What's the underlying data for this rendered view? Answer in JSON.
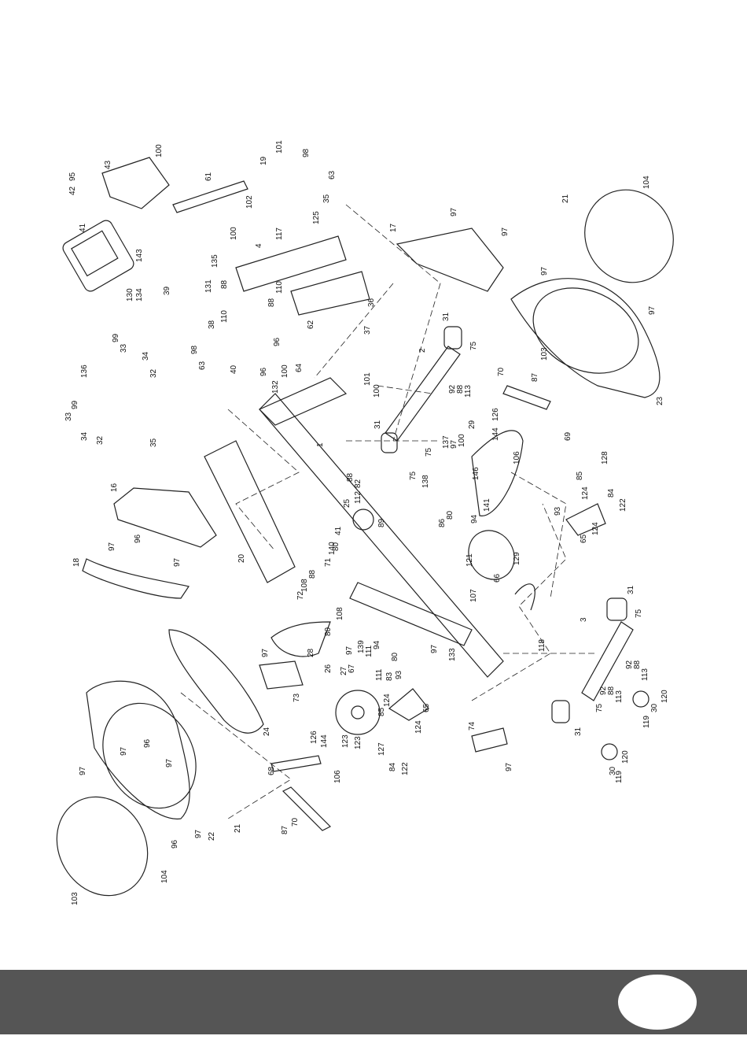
{
  "diagram": {
    "labels": [
      {
        "id": "l41",
        "text": "41"
      },
      {
        "id": "l42",
        "text": "42"
      },
      {
        "id": "l95",
        "text": "95"
      },
      {
        "id": "l43",
        "text": "43"
      },
      {
        "id": "l100a",
        "text": "100"
      },
      {
        "id": "l143",
        "text": "143"
      },
      {
        "id": "l130",
        "text": "130"
      },
      {
        "id": "l134",
        "text": "134"
      },
      {
        "id": "l61",
        "text": "61"
      },
      {
        "id": "l19",
        "text": "19"
      },
      {
        "id": "l101",
        "text": "101"
      },
      {
        "id": "l98a",
        "text": "98"
      },
      {
        "id": "l63a",
        "text": "63"
      },
      {
        "id": "l35a",
        "text": "35"
      },
      {
        "id": "l102",
        "text": "102"
      },
      {
        "id": "l100b",
        "text": "100"
      },
      {
        "id": "l4",
        "text": "4"
      },
      {
        "id": "l117",
        "text": "117"
      },
      {
        "id": "l125",
        "text": "125"
      },
      {
        "id": "l135",
        "text": "135"
      },
      {
        "id": "l131",
        "text": "131"
      },
      {
        "id": "l39",
        "text": "39"
      },
      {
        "id": "l88a",
        "text": "88"
      },
      {
        "id": "l110a",
        "text": "110"
      },
      {
        "id": "l38",
        "text": "38"
      },
      {
        "id": "l88b",
        "text": "88"
      },
      {
        "id": "l110b",
        "text": "110"
      },
      {
        "id": "l62",
        "text": "62"
      },
      {
        "id": "l36",
        "text": "36"
      },
      {
        "id": "l37",
        "text": "37"
      },
      {
        "id": "l17",
        "text": "17"
      },
      {
        "id": "l97a",
        "text": "97"
      },
      {
        "id": "l97b",
        "text": "97"
      },
      {
        "id": "l21a",
        "text": "21"
      },
      {
        "id": "l104a",
        "text": "104"
      },
      {
        "id": "l97c",
        "text": "97"
      },
      {
        "id": "l97d",
        "text": "97"
      },
      {
        "id": "l23",
        "text": "23"
      },
      {
        "id": "l99a",
        "text": "99"
      },
      {
        "id": "l33a",
        "text": "33"
      },
      {
        "id": "l34a",
        "text": "34"
      },
      {
        "id": "l32a",
        "text": "32"
      },
      {
        "id": "l136",
        "text": "136"
      },
      {
        "id": "l33b",
        "text": "33"
      },
      {
        "id": "l99b",
        "text": "99"
      },
      {
        "id": "l34b",
        "text": "34"
      },
      {
        "id": "l32b",
        "text": "32"
      },
      {
        "id": "l35b",
        "text": "35"
      },
      {
        "id": "l98b",
        "text": "98"
      },
      {
        "id": "l63b",
        "text": "63"
      },
      {
        "id": "l40",
        "text": "40"
      },
      {
        "id": "l96a",
        "text": "96"
      },
      {
        "id": "l100c",
        "text": "100"
      },
      {
        "id": "l96b",
        "text": "96"
      },
      {
        "id": "l64",
        "text": "64"
      },
      {
        "id": "l101b",
        "text": "101"
      },
      {
        "id": "l132",
        "text": "132"
      },
      {
        "id": "l100d",
        "text": "100"
      },
      {
        "id": "l1",
        "text": "1"
      },
      {
        "id": "l2",
        "text": "2"
      },
      {
        "id": "l31a",
        "text": "31"
      },
      {
        "id": "l75a",
        "text": "75"
      },
      {
        "id": "l92a",
        "text": "92"
      },
      {
        "id": "l88c",
        "text": "88"
      },
      {
        "id": "l113a",
        "text": "113"
      },
      {
        "id": "l31b",
        "text": "31"
      },
      {
        "id": "l75b",
        "text": "75"
      },
      {
        "id": "l137",
        "text": "137"
      },
      {
        "id": "l97e",
        "text": "97"
      },
      {
        "id": "l100e",
        "text": "100"
      },
      {
        "id": "l146",
        "text": "146"
      },
      {
        "id": "l29",
        "text": "29"
      },
      {
        "id": "l70a",
        "text": "70"
      },
      {
        "id": "l103a",
        "text": "103"
      },
      {
        "id": "l87a",
        "text": "87"
      },
      {
        "id": "l126a",
        "text": "126"
      },
      {
        "id": "l144a",
        "text": "144"
      },
      {
        "id": "l106a",
        "text": "106"
      },
      {
        "id": "l69",
        "text": "69"
      },
      {
        "id": "l16",
        "text": "16"
      },
      {
        "id": "l97f",
        "text": "97"
      },
      {
        "id": "l96c",
        "text": "96"
      },
      {
        "id": "l97g",
        "text": "97"
      },
      {
        "id": "l18",
        "text": "18"
      },
      {
        "id": "l20",
        "text": "20"
      },
      {
        "id": "l88d",
        "text": "88"
      },
      {
        "id": "l112",
        "text": "112"
      },
      {
        "id": "l82",
        "text": "82"
      },
      {
        "id": "l25",
        "text": "25"
      },
      {
        "id": "l89",
        "text": "89"
      },
      {
        "id": "l41b",
        "text": "41"
      },
      {
        "id": "l80a",
        "text": "80"
      },
      {
        "id": "l75c",
        "text": "75"
      },
      {
        "id": "l138",
        "text": "138"
      },
      {
        "id": "l86",
        "text": "86"
      },
      {
        "id": "l80b",
        "text": "80"
      },
      {
        "id": "l94a",
        "text": "94"
      },
      {
        "id": "l141",
        "text": "141"
      },
      {
        "id": "l93a",
        "text": "93"
      },
      {
        "id": "l124a",
        "text": "124"
      },
      {
        "id": "l85a",
        "text": "85"
      },
      {
        "id": "l128",
        "text": "128"
      },
      {
        "id": "l84a",
        "text": "84"
      },
      {
        "id": "l122a",
        "text": "122"
      },
      {
        "id": "l65a",
        "text": "65"
      },
      {
        "id": "l124b",
        "text": "124"
      },
      {
        "id": "l140",
        "text": "140"
      },
      {
        "id": "l71",
        "text": "71"
      },
      {
        "id": "l108a",
        "text": "108"
      },
      {
        "id": "l88e",
        "text": "88"
      },
      {
        "id": "l72",
        "text": "72"
      },
      {
        "id": "l108b",
        "text": "108"
      },
      {
        "id": "l80c",
        "text": "80"
      },
      {
        "id": "l66",
        "text": "66"
      },
      {
        "id": "l121",
        "text": "121"
      },
      {
        "id": "l107",
        "text": "107"
      },
      {
        "id": "l129",
        "text": "129"
      },
      {
        "id": "l28",
        "text": "28"
      },
      {
        "id": "l26",
        "text": "26"
      },
      {
        "id": "l97h",
        "text": "97"
      },
      {
        "id": "l139",
        "text": "139"
      },
      {
        "id": "l111a",
        "text": "111"
      },
      {
        "id": "l94b",
        "text": "94"
      },
      {
        "id": "l80d",
        "text": "80"
      },
      {
        "id": "l27",
        "text": "27"
      },
      {
        "id": "l67",
        "text": "67"
      },
      {
        "id": "l111b",
        "text": "111"
      },
      {
        "id": "l83",
        "text": "83"
      },
      {
        "id": "l93b",
        "text": "93"
      },
      {
        "id": "l133",
        "text": "133"
      },
      {
        "id": "l97i",
        "text": "97"
      },
      {
        "id": "l118",
        "text": "118"
      },
      {
        "id": "l3",
        "text": "3"
      },
      {
        "id": "l31c",
        "text": "31"
      },
      {
        "id": "l75d",
        "text": "75"
      },
      {
        "id": "l92b",
        "text": "92"
      },
      {
        "id": "l88f",
        "text": "88"
      },
      {
        "id": "l113b",
        "text": "113"
      },
      {
        "id": "l92c",
        "text": "92"
      },
      {
        "id": "l88g",
        "text": "88"
      },
      {
        "id": "l113c",
        "text": "113"
      },
      {
        "id": "l120a",
        "text": "120"
      },
      {
        "id": "l30a",
        "text": "30"
      },
      {
        "id": "l119a",
        "text": "119"
      },
      {
        "id": "l31d",
        "text": "31"
      },
      {
        "id": "l75e",
        "text": "75"
      },
      {
        "id": "l120b",
        "text": "120"
      },
      {
        "id": "l30b",
        "text": "30"
      },
      {
        "id": "l119b",
        "text": "119"
      },
      {
        "id": "l97j",
        "text": "97"
      },
      {
        "id": "l73",
        "text": "73"
      },
      {
        "id": "l24",
        "text": "24"
      },
      {
        "id": "l124c",
        "text": "124"
      },
      {
        "id": "l85b",
        "text": "85"
      },
      {
        "id": "l65b",
        "text": "65"
      },
      {
        "id": "l124d",
        "text": "124"
      },
      {
        "id": "l127",
        "text": "127"
      },
      {
        "id": "l84b",
        "text": "84"
      },
      {
        "id": "l122b",
        "text": "122"
      },
      {
        "id": "l123a",
        "text": "123"
      },
      {
        "id": "l123b",
        "text": "123"
      },
      {
        "id": "l126b",
        "text": "126"
      },
      {
        "id": "l144b",
        "text": "144"
      },
      {
        "id": "l106b",
        "text": "106"
      },
      {
        "id": "l68",
        "text": "68"
      },
      {
        "id": "l74",
        "text": "74"
      },
      {
        "id": "l97k",
        "text": "97"
      },
      {
        "id": "l97l",
        "text": "97"
      },
      {
        "id": "l96d",
        "text": "96"
      },
      {
        "id": "l97m",
        "text": "97"
      },
      {
        "id": "l97n",
        "text": "97"
      },
      {
        "id": "l96e",
        "text": "96"
      },
      {
        "id": "l97o",
        "text": "97"
      },
      {
        "id": "l22",
        "text": "22"
      },
      {
        "id": "l21b",
        "text": "21"
      },
      {
        "id": "l104b",
        "text": "104"
      },
      {
        "id": "l103b",
        "text": "103"
      },
      {
        "id": "l87b",
        "text": "87"
      },
      {
        "id": "l70b",
        "text": "70"
      }
    ]
  },
  "footer": {
    "bar_color": "#555555",
    "badge_color": "#ffffff"
  }
}
